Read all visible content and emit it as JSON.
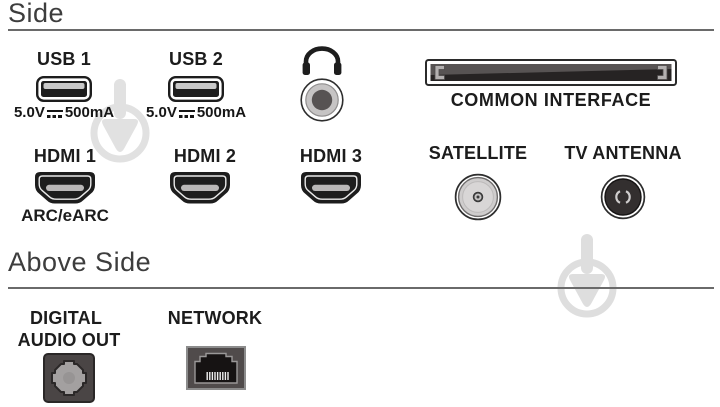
{
  "diagram": {
    "side": {
      "title": "Side",
      "usb1": {
        "label": "USB 1",
        "spec_prefix": "5.0V",
        "spec_suffix": "500mA"
      },
      "usb2": {
        "label": "USB 2",
        "spec_prefix": "5.0V",
        "spec_suffix": "500mA"
      },
      "common_interface": {
        "label": "COMMON INTERFACE"
      },
      "hdmi1": {
        "label": "HDMI 1",
        "sublabel": "ARC/eARC"
      },
      "hdmi2": {
        "label": "HDMI 2"
      },
      "hdmi3": {
        "label": "HDMI 3"
      },
      "satellite": {
        "label": "SATELLITE"
      },
      "tv_antenna": {
        "label": "TV ANTENNA"
      }
    },
    "above_side": {
      "title": "Above Side",
      "digital_audio_out": {
        "label_line1": "DIGITAL",
        "label_line2": "AUDIO OUT"
      },
      "network": {
        "label": "NETWORK"
      }
    },
    "colors": {
      "background": "#ffffff",
      "text": "#1c1c1c",
      "heading": "#3d3d3d",
      "rule": "#6a6a6a",
      "port_dark": "#1d1d1d",
      "watermark": "#e1e1e1"
    }
  }
}
